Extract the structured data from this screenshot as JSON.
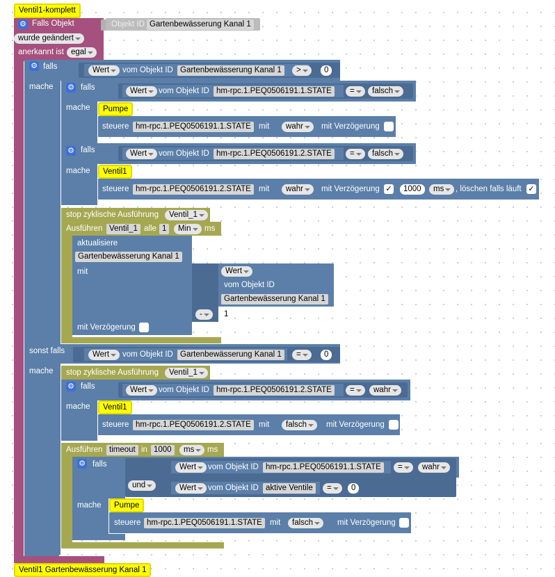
{
  "top_note": "Ventil1-komplett",
  "bottom_note": "Ventil1 Gartenbewässerung Kanal 1",
  "trigger": {
    "falls_objekt": "Falls Objekt",
    "objekt_id": "Objekt ID",
    "objekt_value": "Gartenbewässerung Kanal 1",
    "wurde_geaendert": "wurde geändert",
    "anerkannt_ist": "anerkannt ist",
    "egal": "egal"
  },
  "words": {
    "falls": "falls",
    "mache": "mache",
    "sonst_falls": "sonst falls",
    "wert": "Wert",
    "vom_objekt_id": "vom Objekt ID",
    "steuere": "steuere",
    "mit": "mit",
    "mit_verzoegerung": "mit Verzögerung",
    "loeschen": ", löschen falls läuft",
    "und": "und",
    "stop": "stop zyklische Ausführung",
    "ausfuehren": "Ausführen",
    "alle": "alle",
    "in": "in",
    "ms": "ms",
    "aktualisiere": "aktualisiere",
    "vom_objekt_id_block": "vom Objekt ID",
    "mit_label": "mit",
    "minus": "-"
  },
  "blocks": {
    "kanal1": "Gartenbewässerung Kanal 1",
    "state1": "hm-rpc.1.PEQ0506191.1.STATE",
    "state2": "hm-rpc.1.PEQ0506191.2.STATE",
    "aktive": "aktive Ventile",
    "op_gt": ">",
    "op_eq": "=",
    "zero": "0",
    "one": "1",
    "falsch": "falsch",
    "wahr": "wahr",
    "pumpe": "Pumpe",
    "ventil1": "Ventil1",
    "ventil_1": "Ventil_1",
    "timeout": "timeout",
    "min": "Min",
    "ms_unit": "ms",
    "thousand": "1000",
    "one_interval": "1",
    "check": "✓"
  }
}
